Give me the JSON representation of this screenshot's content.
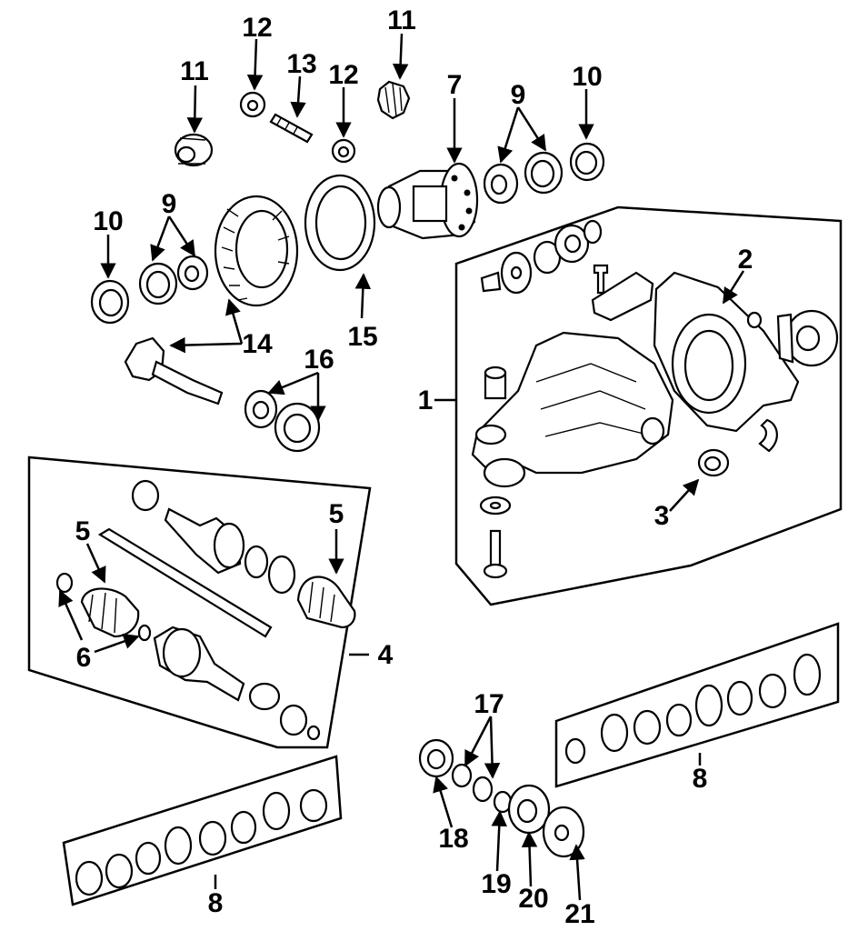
{
  "callouts": {
    "c1": "1",
    "c2": "2",
    "c3": "3",
    "c4": "4",
    "c5a": "5",
    "c5b": "5",
    "c6": "6",
    "c7": "7",
    "c8a": "8",
    "c8b": "8",
    "c9a": "9",
    "c9b": "9",
    "c10a": "10",
    "c10b": "10",
    "c11a": "11",
    "c11b": "11",
    "c12a": "12",
    "c12b": "12",
    "c13": "13",
    "c14": "14",
    "c15": "15",
    "c16": "16",
    "c17": "17",
    "c18": "18",
    "c19": "19",
    "c20": "20",
    "c21": "21"
  }
}
